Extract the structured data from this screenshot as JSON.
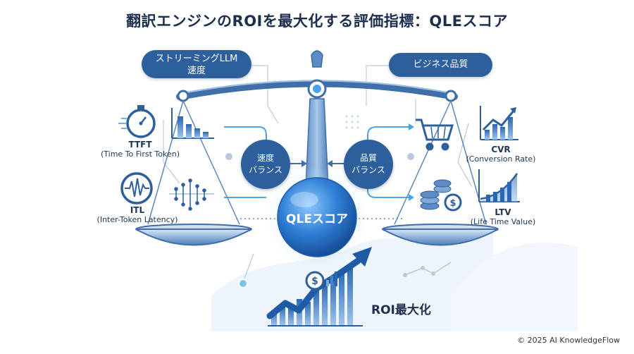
{
  "title": "翻訳エンジンのROIを最大化する評価指標：QLEスコア",
  "left_category": "ストリーミングLLM\n速度",
  "right_category": "ビジネス品質",
  "metrics": {
    "ttft": {
      "abbr": "TTFT",
      "full": "(Time To First Token)"
    },
    "itl": {
      "abbr": "ITL",
      "full": "(Inter-Token Latency)"
    },
    "cvr": {
      "abbr": "CVR",
      "full": "(Conversion Rate)"
    },
    "ltv": {
      "abbr": "LTV",
      "full": "(Life Time Value)"
    }
  },
  "balances": {
    "speed": {
      "line1": "速度",
      "line2": "バランス"
    },
    "quality": {
      "line1": "品質",
      "line2": "バランス"
    }
  },
  "center": "QLEスコア",
  "roi": "ROI最大化",
  "copyright": "© 2025 AI KnowledgeFlow",
  "colors": {
    "primary": "#2d5f9c",
    "accent": "#4aa3e6",
    "title": "#1c2f4e"
  }
}
